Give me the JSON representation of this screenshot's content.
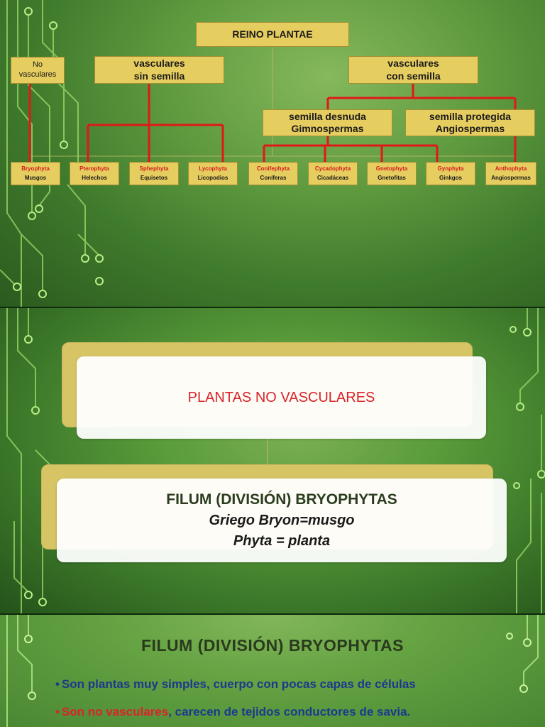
{
  "slide1": {
    "root": "REINO PLANTAE",
    "no_vasculares": [
      "No",
      "vasculares"
    ],
    "vasc_sin": [
      "vasculares",
      "sin semilla"
    ],
    "vasc_con": [
      "vasculares",
      "con semilla"
    ],
    "desnuda": [
      "semilla desnuda",
      "Gimnospermas"
    ],
    "protegida": [
      "semilla protegida",
      "Angiospermas"
    ],
    "leaves": [
      {
        "sci": "Bryophyta",
        "common": "Musgos"
      },
      {
        "sci": "Pterophyta",
        "common": "Helechos"
      },
      {
        "sci": "Sphephyta",
        "common": "Equisetos"
      },
      {
        "sci": "Lycophyta",
        "common": "Licopodios"
      },
      {
        "sci": "Conifephyta",
        "common": "Coníferas"
      },
      {
        "sci": "Cycadophyta",
        "common": "Cicadáceas"
      },
      {
        "sci": "Gnetophyta",
        "common": "Gnetofitas"
      },
      {
        "sci": "Gynphyta",
        "common": "Ginkgos"
      },
      {
        "sci": "Anthophyta",
        "common": "Angiospermas"
      }
    ],
    "colors": {
      "box": "#e6cd5f",
      "line": "#e01818",
      "sci_text": "#d42020"
    }
  },
  "slide2": {
    "title": "PLANTAS NO VASCULARES",
    "filum": "FILUM (DIVISIÓN) BRYOPHYTAS",
    "line1": "Griego Bryon=musgo",
    "line2": "Phyta = planta"
  },
  "slide3": {
    "heading": "FILUM (DIVISIÓN) BRYOPHYTAS",
    "bullet1": "Son plantas muy simples, cuerpo con pocas capas de células",
    "bullet2_red": "Son no vasculares",
    "bullet2_rest": ", carecen de tejidos conductores de savia."
  }
}
